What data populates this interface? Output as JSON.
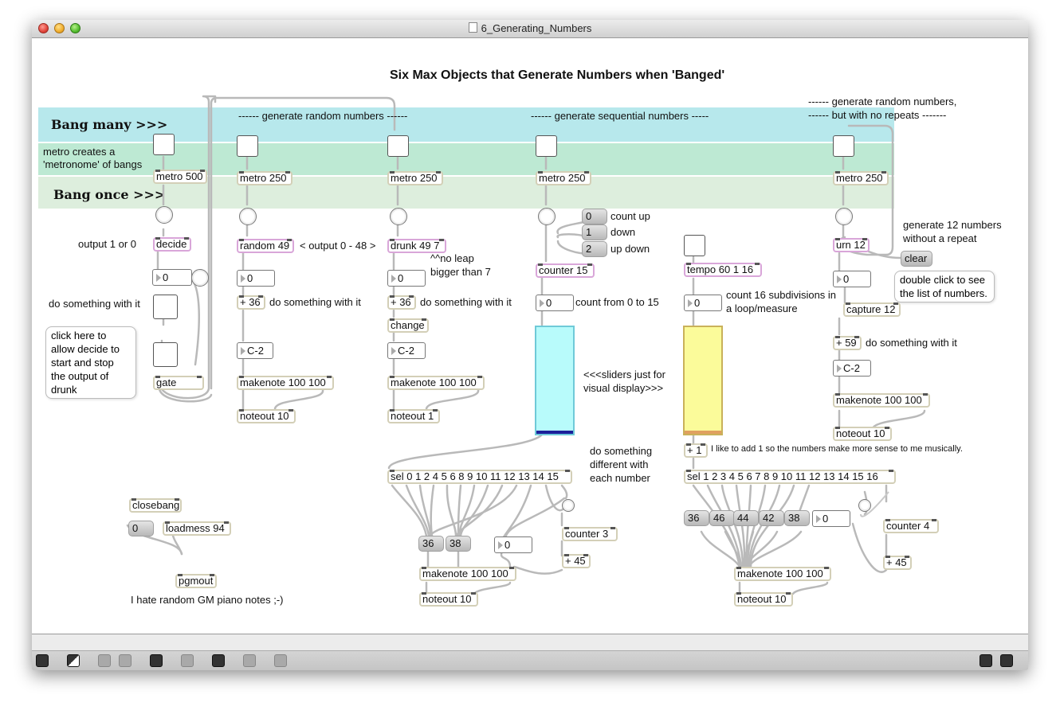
{
  "window": {
    "title": "6_Generating_Numbers"
  },
  "heading": "Six Max Objects that Generate Numbers when 'Banged'",
  "bands": {
    "bang_many": "Bang many >>>",
    "bang_once": "Bang once >>>",
    "metro_note": "metro creates a 'metronome' of bangs"
  },
  "sections": {
    "random": "------ generate random numbers ------",
    "sequential": "------ generate sequential numbers -----",
    "norepeat_1": "------ generate random numbers,",
    "norepeat_2": "------ but with no repeats -------"
  },
  "objects": {
    "metro500": "metro 500",
    "metro250a": "metro 250",
    "metro250b": "metro 250",
    "metro250c": "metro 250",
    "metro250d": "metro 250",
    "decide": "decide",
    "gate": "gate",
    "random49": "random 49",
    "plus36a": "+ 36",
    "makenote_a": "makenote 100 100",
    "noteout_a": "noteout 10",
    "drunk": "drunk 49 7",
    "plus36b": "+ 36",
    "change": "change",
    "makenote_b": "makenote 100 100",
    "noteout_b": "noteout 1",
    "counter15": "counter 15",
    "tempo": "tempo 60 1 16",
    "plus1": "+ 1",
    "urn": "urn 12",
    "capture": "capture 12",
    "plus59": "+ 59",
    "makenote_c": "makenote 100 100",
    "noteout_c": "noteout 10",
    "sel_a": "sel 0 1 2 4 5 6 8 9 10 11 12 13 14 15",
    "counter3": "counter 3",
    "plus45a": "+ 45",
    "makenote_d": "makenote 100 100",
    "noteout_d": "noteout 10",
    "sel_b": "sel 1 2 3 4 5 6 7 8 9 10 11 12 13 14 15 16",
    "counter4": "counter 4",
    "plus45b": "+ 45",
    "makenote_e": "makenote 100 100",
    "noteout_e": "noteout 10",
    "closebang": "closebang",
    "loadmess": "loadmess 94",
    "pgmout": "pgmout"
  },
  "numbers": {
    "decide_out": "0",
    "random_out": "0",
    "cnote_a": "C-2",
    "drunk_out": "0",
    "cnote_b": "C-2",
    "counter_out": "0",
    "tempo_out": "0",
    "urn_out": "0",
    "cnote_c": "C-2",
    "sel_a_num": "0",
    "sel_b_num": "0"
  },
  "messages": {
    "count_up": "0",
    "down": "1",
    "up_down": "2",
    "clear": "clear",
    "m36a": "36",
    "m38a": "38",
    "m36b": "36",
    "m46": "46",
    "m44": "44",
    "m42": "42",
    "m38b": "38",
    "zero": "0"
  },
  "comments": {
    "output10": "output 1 or 0",
    "do_something_1": "do something with it",
    "bubble_gate": "click here to allow decide to start and stop the output of drunk",
    "output048": "< output 0 - 48 >",
    "do_something_2": "do something with it",
    "noleap": "^^no leap bigger than 7",
    "do_something_3": "do something with it",
    "count_up": "count up",
    "down": "down",
    "up_down": "up down",
    "count_0_15": "count from 0 to 15",
    "sliders": "<<<sliders just for visual display>>>",
    "count16": "count 16 subdivisions in a loop/measure",
    "urn_note": "generate 12 numbers without a repeat",
    "bubble_capture": "double click to see the list of numbers.",
    "do_something_4": "do something with it",
    "different": "do something different with each number",
    "add1": "I like to add 1 so the numbers make more sense to me musically.",
    "piano": "I hate random GM piano notes ;-)"
  },
  "sliders": [
    {
      "name": "counter-slider",
      "color": "#b8fbfb",
      "level": 0.03
    },
    {
      "name": "tempo-slider",
      "color": "#fbfb9a",
      "level": 0.03
    }
  ],
  "colors": {
    "band_many": "#b7e8ec",
    "band_metro": "#bde9d3",
    "band_once": "#ddeedd"
  },
  "toolbar": [
    "lock-icon",
    "new-object-icon",
    "patcher-icon",
    "disabled-icon",
    "presentation-icon",
    "info-icon",
    "inspector-icon",
    "grid-icon",
    "clipboard-icon",
    "split-horizontal-icon",
    "split-vertical-icon"
  ]
}
